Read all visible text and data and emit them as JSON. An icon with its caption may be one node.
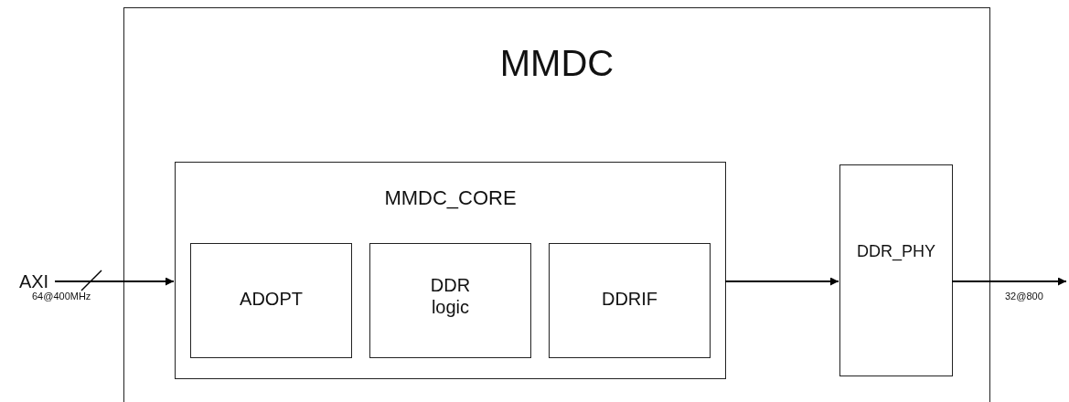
{
  "diagram": {
    "nodes": [
      {
        "text": [
          "MMDC"
        ]
      },
      {
        "text": [
          "MMDC_CORE"
        ],
        "in": 0
      },
      {
        "text": [
          "ADOPT"
        ],
        "in": 1
      },
      {
        "text": [
          "DDR logic"
        ],
        "in": 1
      },
      {
        "text": [
          "DDRIF"
        ],
        "in": 1
      },
      {
        "text": [
          "DDR_PHY"
        ],
        "in": 0
      },
      {
        "text": [
          "AXI"
        ]
      }
    ],
    "edges": [
      {
        "from": 6,
        "to": 1,
        "arrow": "to",
        "label": "64@400MHz"
      },
      {
        "from": 1,
        "to": 5,
        "arrow": "to"
      },
      {
        "from": 5,
        "to": null,
        "arrow": "to",
        "label": "32@800"
      }
    ]
  }
}
